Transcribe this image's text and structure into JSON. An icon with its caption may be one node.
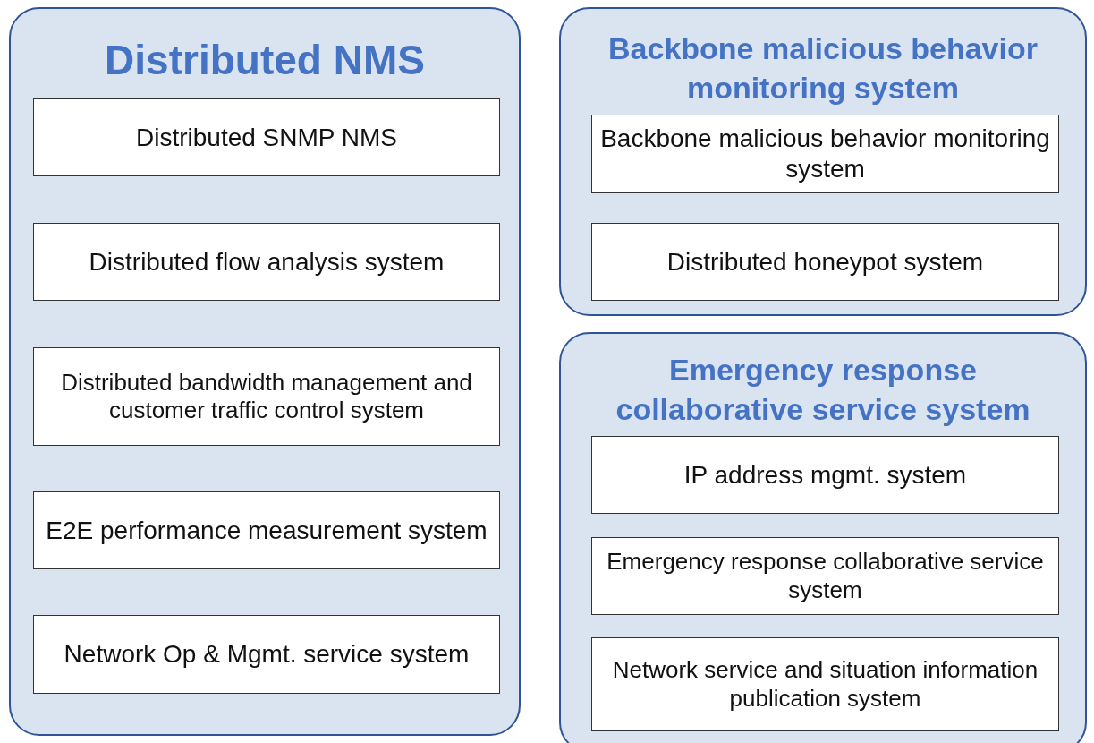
{
  "diagram": {
    "nodes": [
      {
        "text": [
          "Distributed NMS"
        ]
      },
      {
        "text": [
          "Distributed SNMP NMS"
        ],
        "in": 0
      },
      {
        "text": [
          "Distributed flow analysis system"
        ],
        "in": 0
      },
      {
        "text": [
          "Distributed bandwidth management and customer traffic control system"
        ],
        "in": 0
      },
      {
        "text": [
          "E2E performance measurement system"
        ],
        "in": 0
      },
      {
        "text": [
          "Network Op & Mgmt. service system"
        ],
        "in": 0
      },
      {
        "text": [
          "Backbone malicious behavior monitoring system"
        ]
      },
      {
        "text": [
          "Backbone malicious behavior monitoring system"
        ],
        "in": 6
      },
      {
        "text": [
          "Distributed honeypot system"
        ],
        "in": 6
      },
      {
        "text": [
          "Emergency response collaborative service system"
        ]
      },
      {
        "text": [
          "IP address mgmt. system"
        ],
        "in": 9
      },
      {
        "text": [
          "Emergency response collaborative service system"
        ],
        "in": 9
      },
      {
        "text": [
          "Network service and situation information publication system"
        ],
        "in": 9
      }
    ]
  }
}
